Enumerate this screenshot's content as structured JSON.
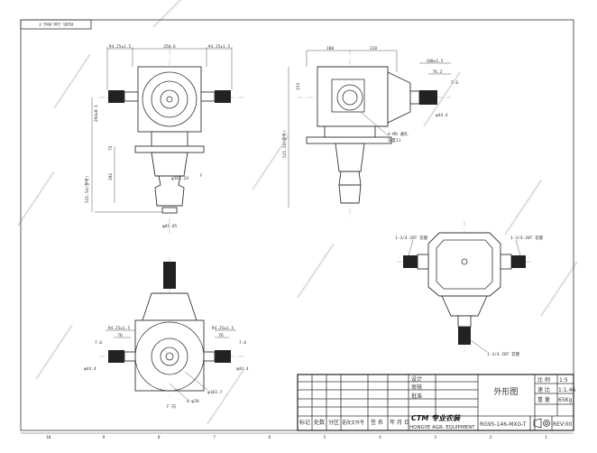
{
  "drawing_number_stamp": "RG95-146-MXG-T",
  "front_view": {
    "dims": [
      "94.25±1.5",
      "250.6",
      "94.25±1.5",
      "294±0.1",
      "521.54(参考)",
      "75",
      "192",
      "φ162.24",
      "φ65.85"
    ],
    "direction_mark": "F"
  },
  "side_view": {
    "dims": [
      "100",
      "228",
      "100±1.5",
      "76.2",
      "7.6",
      "φ44.4",
      "153",
      "521.54(参考)"
    ],
    "callout_1": "4-M8 通孔",
    "callout_2": "深度11"
  },
  "top_view": {
    "spline_left": "1-3/4-20T 花键",
    "spline_right": "1-3/4-20T 花键",
    "spline_bottom": "1-3/4-20T 花键"
  },
  "bottom_view": {
    "dims": [
      "94.25±1.5",
      "94.25±1.5",
      "76",
      "76",
      "7.6",
      "7.6",
      "φ44.4",
      "φ44.4",
      "φ183.7",
      "8-φ20"
    ],
    "view_label": "F 向"
  },
  "title_block": {
    "design": "设计",
    "review": "审核",
    "approve": "批准",
    "drawing_title": "外形图",
    "scale_label": "比 例",
    "scale_value": "1:5",
    "ratio_label": "速 比",
    "ratio_value": "1:1.46",
    "weight_label": "重 量",
    "weight_value": "65Kg",
    "revision_headers": [
      "标记",
      "处数",
      "分区",
      "更改文件号",
      "签 名",
      "年 月 日"
    ],
    "logo_text": "CTM 专业农装",
    "company": "HONGYE AGR. EQUIPMENT",
    "drawing_number": "RG95-146-MXG-T",
    "revision": "REV:00"
  },
  "border_zones": [
    "10",
    "9",
    "8",
    "7",
    "6",
    "5",
    "4",
    "3",
    "2",
    "1"
  ]
}
